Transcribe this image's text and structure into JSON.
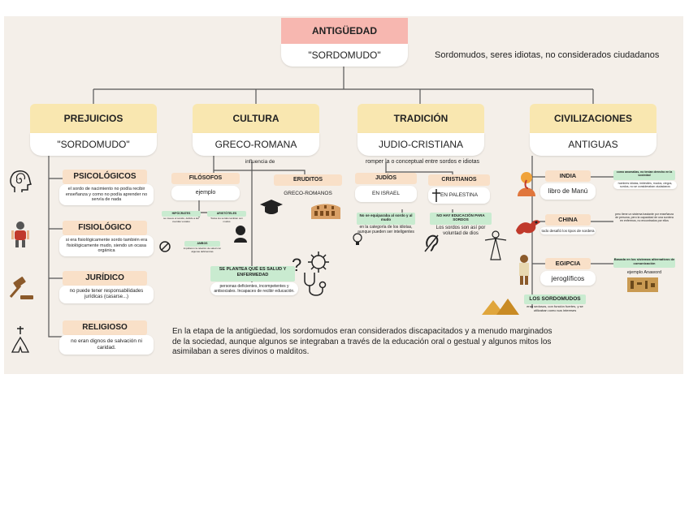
{
  "top": {
    "title": "ANTIGÜEDAD",
    "subtitle": "\"SORDOMUDO\"",
    "note": "Sordomudos, seres idiotas, no considerados ciudadanos"
  },
  "prejuicios": {
    "title": "PREJUICIOS",
    "subtitle": "\"SORDOMUDO\"",
    "items": [
      {
        "title": "PSICOLÓGICOS",
        "text": "el sordo de nacimiento no podía recibir enseñanza y como no podía aprender no servía de nada"
      },
      {
        "title": "FISIOLÓGICO",
        "text": "si era fisiológicamente sordo también era fisiológicamente mudo, siendo un ocasa orgánica"
      },
      {
        "title": "JURÍDICO",
        "text": "no puede tener responsabilidades jurídicas (casarse...)"
      },
      {
        "title": "RELIGIOSO",
        "text": "no eran dignos de salvación ni caridad."
      }
    ]
  },
  "cultura": {
    "title": "CULTURA",
    "subtitle": "GRECO-ROMANA",
    "influence": "influencia de",
    "filosofos": {
      "title": "FILÓSOFOS",
      "text": "ejemplo"
    },
    "hipocrates": {
      "title": "HIPÓCRATES",
      "text": "se mueve el sonido, debido a las cuerdas vocales"
    },
    "aristoteles": {
      "title": "ARISTÓTELES",
      "text": "Todos los sordos también son mudos"
    },
    "ambos": {
      "title": "AMBOS",
      "text": "impidieron la relación de salud con algunas deficiencias"
    },
    "eruditos": {
      "title": "ERUDITOS",
      "text": "GRECO-ROMANOS"
    },
    "salud": {
      "title": "SE PLANTEA QUÉ ES SALUD Y ENFERMEDAD",
      "text": "personas deficientes, incompetentes y antisociales. Incapaces de recibir educación."
    }
  },
  "tradicion": {
    "title": "TRADICIÓN",
    "subtitle": "JUDIO-CRISTIANA",
    "note": "romper la o conceptual entre sordos e idiotas",
    "judios": {
      "title": "JUDÍOS",
      "text": "EN ISRAEL",
      "green": "No se equiparaba al sordo y al mudo",
      "detail": "en la categoría de los idiotas, aunque pueden ser inteligentes"
    },
    "cristianos": {
      "title": "CRISTIANOS",
      "text": "EN PALESTINA",
      "green": "NO HAY EDUCACIÓN PARA SORDOS",
      "detail": "Los sordos son así por voluntad de dios"
    }
  },
  "civilizaciones": {
    "title": "CIVILIZACIONES",
    "subtitle": "ANTIGUAS",
    "india": {
      "title": "INDIA",
      "text": "libro de Manú",
      "green": "como anomalías, no tenían derecho en la sociedad",
      "detail": "hombres idiotas, imbéciles, mudos, ciegos, sordos, no se consideraban ciudadanos"
    },
    "china": {
      "title": "CHINA",
      "text": "todo desafió los tipos de sordera",
      "detail": "pero tiene un sistema bastante por enseñanza de persona, pero la capacidad de una sordera en enfermos, no encontrados por ellos"
    },
    "egipcia": {
      "title": "EGIPCIA",
      "text": "jeroglíficos",
      "green": "Basada en los sistemas alternativos de comunicación",
      "detail": "ejemplo Anaword"
    },
    "sordomudos": {
      "title": "LOS SORDOMUDOS",
      "text": "eran sedosos, con función fuertes, y se utilizaban como sus intereses"
    }
  },
  "conclusion": "En la etapa de la antigüedad, los sordomudos eran considerados discapacitados y a menudo marginados de la sociedad, aunque algunos se integraban a través de la educación oral o gestual y algunos mitos los asimilaban a seres divinos o malditos.",
  "icons": [
    "head-spiral-icon",
    "anatomy-icon",
    "gavel-icon",
    "praying-hands-icon",
    "graduation-cap-icon",
    "colosseum-icon",
    "virus-icon",
    "question-icon",
    "stethoscope-icon",
    "ear-icon",
    "ganesha-icon",
    "dragon-icon",
    "pharaoh-icon",
    "hieroglyph-icon",
    "pyramids-icon",
    "lightbulb-icon",
    "cross-icon",
    "jesus-icon",
    "bust-icon",
    "no-sign-icon"
  ],
  "colors": {
    "header": "#f9e7b0",
    "title": "#f7b7b0",
    "label": "#f9e0c8",
    "green": "#c9ebd0",
    "bg": "#f4efe9"
  }
}
